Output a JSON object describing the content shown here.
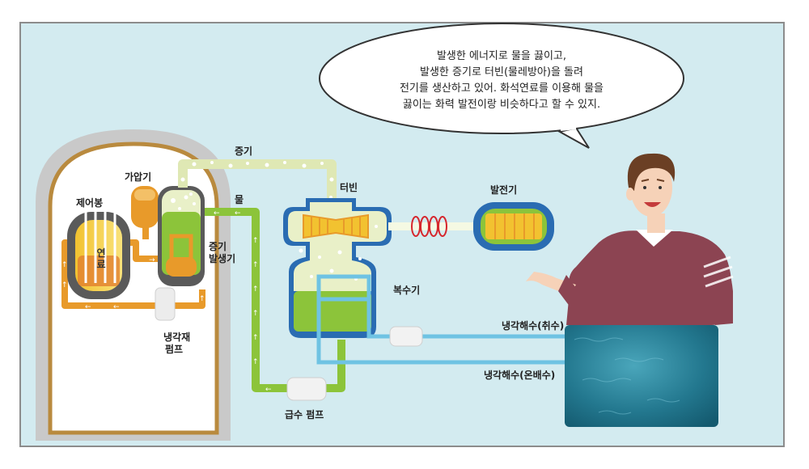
{
  "speech_bubble": {
    "lines": [
      "발생한 에너지로 물을 끓이고,",
      "발생한 증기로 터빈(물레방아)을 돌려",
      "전기를 생산하고 있어. 화석연료를 이용해 물을",
      "끓이는 화력 발전이랑 비슷하다고 할 수 있지."
    ]
  },
  "labels": {
    "control_rod": "제어봉",
    "fuel": "연료",
    "pressurizer": "가압기",
    "steam_generator_1": "증기",
    "steam_generator_2": "발생기",
    "coolant_pump_1": "냉각재",
    "coolant_pump_2": "펌프",
    "steam": "증기",
    "water": "물",
    "turbine": "터빈",
    "generator": "발전기",
    "condenser": "복수기",
    "feed_pump": "급수 펌프",
    "cooling_intake": "냉각해수(취수)",
    "cooling_discharge": "냉각해수(온배수)"
  },
  "colors": {
    "background": "#d3ebf0",
    "containment": "#b98a3e",
    "steam_pipe": "#dfe8b4",
    "water_pipe": "#8cc43a",
    "coolant_pipe": "#e89a2a",
    "cooling_water": "#6fc3e3",
    "sea": "#2a7f96",
    "sweater": "#8c4452"
  },
  "icons": [
    "reactor-vessel-icon",
    "turbine-icon",
    "generator-icon",
    "condenser-icon",
    "pump-icon",
    "presenter-character"
  ]
}
